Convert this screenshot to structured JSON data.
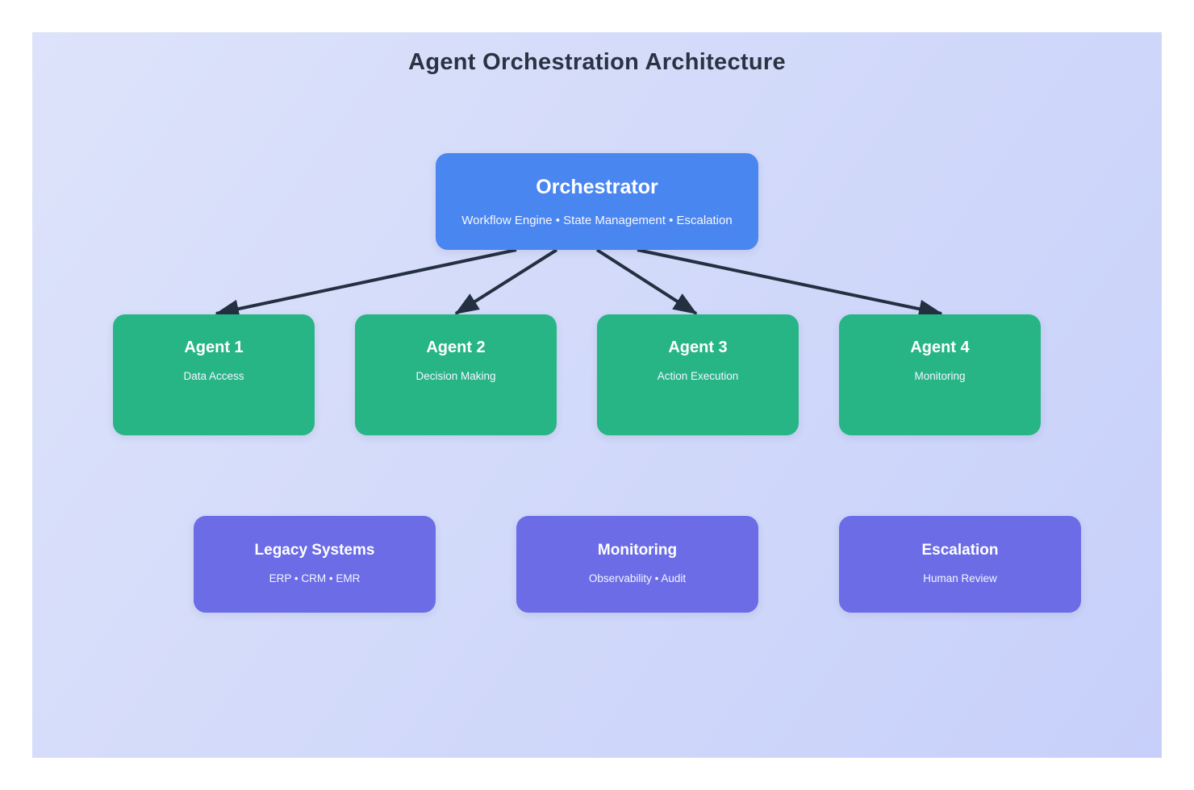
{
  "page_title": "Agent Orchestration Architecture",
  "colors": {
    "background_start": "#dde3fa",
    "background_end": "#c7d0fa",
    "heading_text": "#2a3342",
    "orchestrator": "#4a86ef",
    "agent": "#27b586",
    "service": "#6b6ce6",
    "arrow": "#233040"
  },
  "orchestrator": {
    "title": "Orchestrator",
    "subtitle": "Workflow Engine • State Management • Escalation"
  },
  "agents": [
    {
      "title": "Agent 1",
      "subtitle": "Data Access"
    },
    {
      "title": "Agent 2",
      "subtitle": "Decision Making"
    },
    {
      "title": "Agent 3",
      "subtitle": "Action Execution"
    },
    {
      "title": "Agent 4",
      "subtitle": "Monitoring"
    }
  ],
  "services": [
    {
      "title": "Legacy Systems",
      "subtitle": "ERP • CRM • EMR"
    },
    {
      "title": "Monitoring",
      "subtitle": "Observability • Audit"
    },
    {
      "title": "Escalation",
      "subtitle": "Human Review"
    }
  ]
}
